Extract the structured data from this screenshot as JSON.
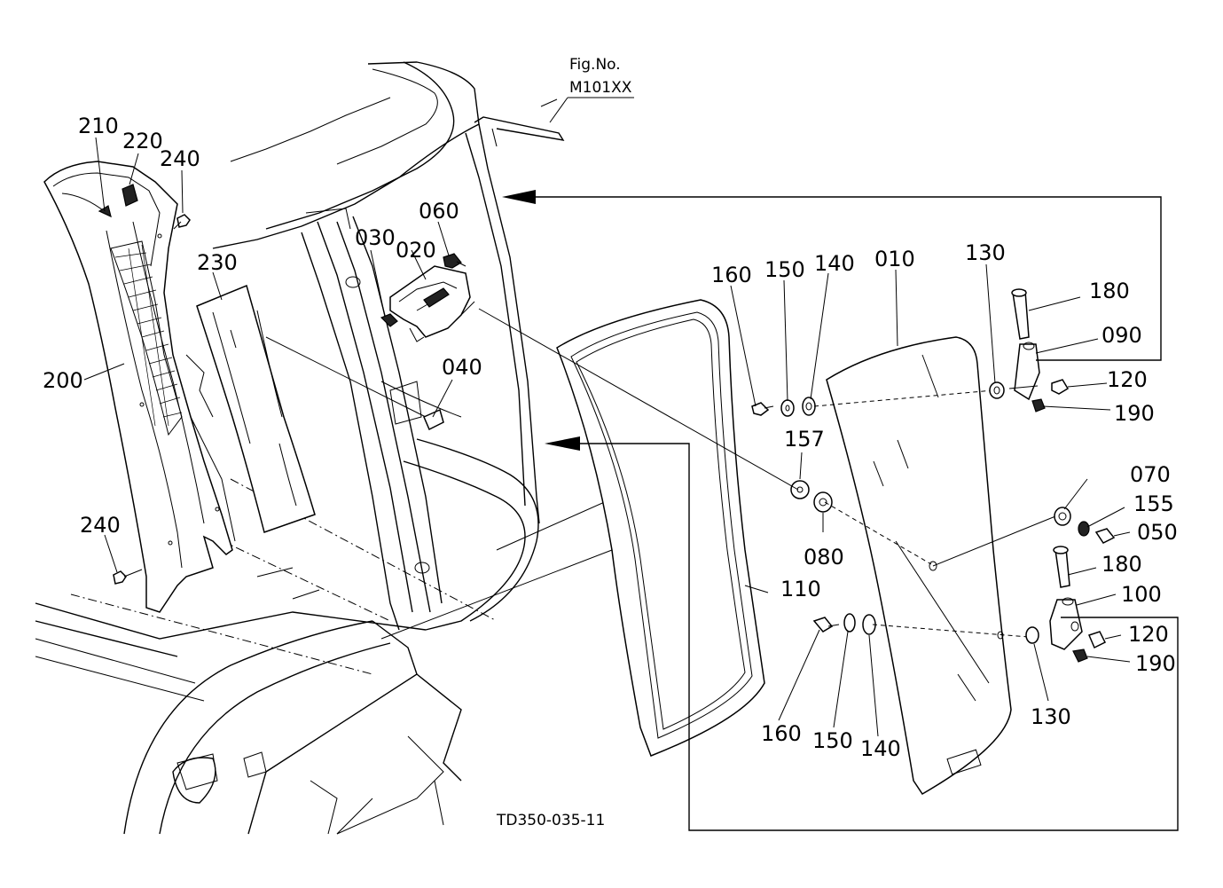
{
  "figure": {
    "fig_no_label": "Fig.No.",
    "fig_no_value": "M101XX",
    "drawing_code": "TD350-035-11"
  },
  "labels": {
    "p210": "210",
    "p220": "220",
    "p240a": "240",
    "p230": "230",
    "p200": "200",
    "p240b": "240",
    "p030": "030",
    "p020": "020",
    "p060": "060",
    "p040": "040",
    "p160a": "160",
    "p150a": "150",
    "p140a": "140",
    "p010": "010",
    "p130a": "130",
    "p180a": "180",
    "p090": "090",
    "p120a": "120",
    "p190a": "190",
    "p157": "157",
    "p080": "080",
    "p070": "070",
    "p155": "155",
    "p050": "050",
    "p180b": "180",
    "p100": "100",
    "p110": "110",
    "p120b": "120",
    "p190b": "190",
    "p160b": "160",
    "p150b": "150",
    "p140b": "140",
    "p130b": "130"
  }
}
